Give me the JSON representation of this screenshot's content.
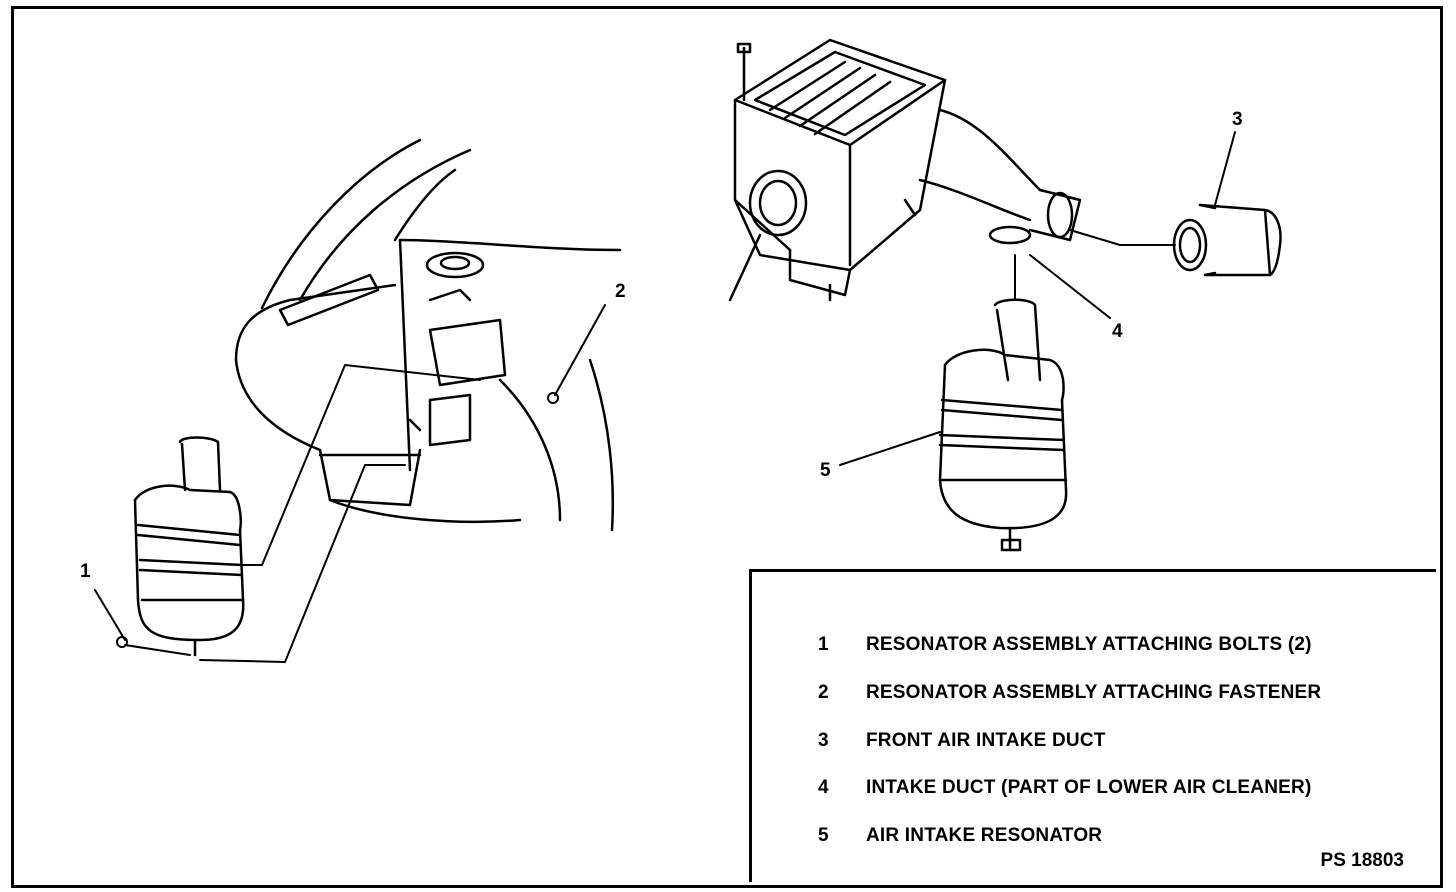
{
  "callouts": {
    "c1": "1",
    "c2": "2",
    "c3": "3",
    "c4": "4",
    "c5": "5"
  },
  "legend": {
    "items": [
      {
        "number": "1",
        "text": "RESONATOR ASSEMBLY ATTACHING BOLTS (2)"
      },
      {
        "number": "2",
        "text": "RESONATOR ASSEMBLY ATTACHING FASTENER"
      },
      {
        "number": "3",
        "text": "FRONT AIR INTAKE DUCT"
      },
      {
        "number": "4",
        "text": "INTAKE DUCT (PART OF LOWER AIR CLEANER)"
      },
      {
        "number": "5",
        "text": "AIR INTAKE RESONATOR"
      }
    ],
    "figure_code": "PS 18803"
  }
}
